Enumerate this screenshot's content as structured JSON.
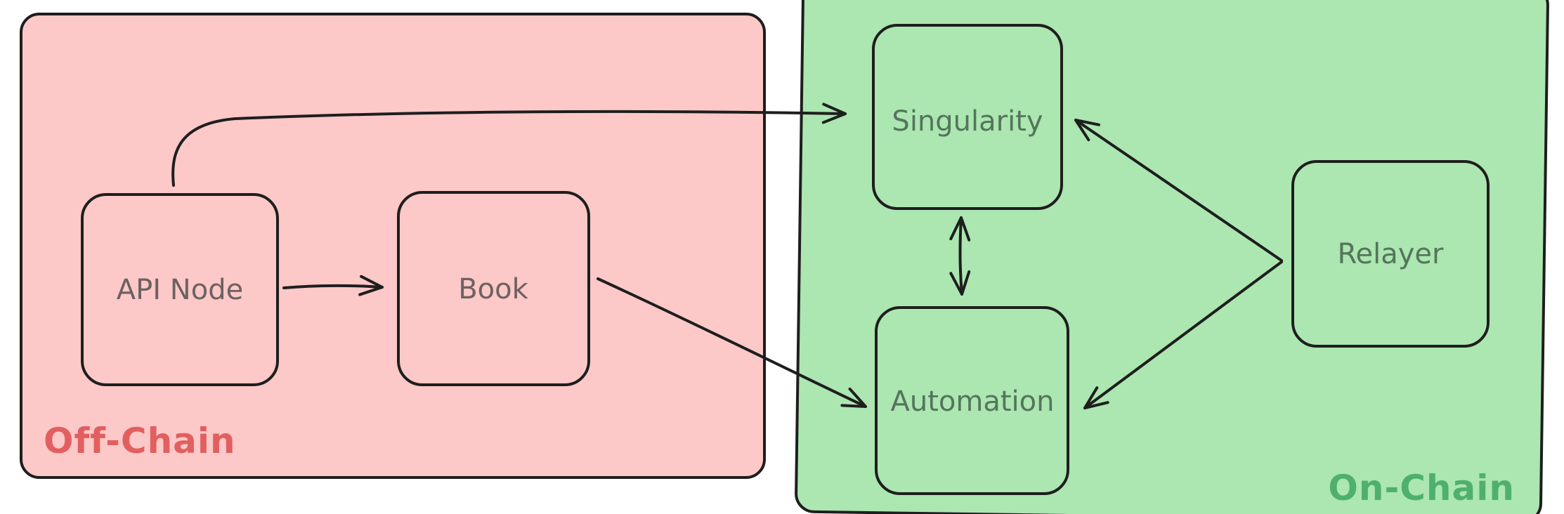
{
  "diagram": {
    "title": "Off-Chain / On-Chain architecture sketch",
    "style": "hand-drawn whiteboard (excalidraw-like)"
  },
  "colors": {
    "ink": "#1e1e1e",
    "off_chain_bg": "#fcc8c8",
    "on_chain_bg": "#ace6b1",
    "off_chain_label": "#e25f5f",
    "on_chain_label": "#4fb06d",
    "off_chain_node_text": "#6e6161",
    "on_chain_node_text": "#54755c"
  },
  "regions": {
    "off_chain": {
      "label": "Off-Chain"
    },
    "on_chain": {
      "label": "On-Chain"
    }
  },
  "nodes": {
    "api_node": {
      "label": "API Node",
      "region": "Off-Chain"
    },
    "book": {
      "label": "Book",
      "region": "Off-Chain"
    },
    "singularity": {
      "label": "Singularity",
      "region": "On-Chain"
    },
    "automation": {
      "label": "Automation",
      "region": "On-Chain"
    },
    "relayer": {
      "label": "Relayer",
      "region": "On-Chain"
    }
  },
  "edges": [
    {
      "from": "API Node",
      "to": "Singularity",
      "shape": "curved",
      "arrowheads": "end"
    },
    {
      "from": "API Node",
      "to": "Book",
      "shape": "straight",
      "arrowheads": "end"
    },
    {
      "from": "Book",
      "to": "Automation",
      "shape": "diagonal",
      "arrowheads": "end"
    },
    {
      "from": "Singularity",
      "to": "Automation",
      "shape": "straight",
      "arrowheads": "both"
    },
    {
      "from": "Relayer",
      "to": "Singularity",
      "shape": "diagonal",
      "arrowheads": "end"
    },
    {
      "from": "Relayer",
      "to": "Automation",
      "shape": "diagonal",
      "arrowheads": "end"
    }
  ]
}
